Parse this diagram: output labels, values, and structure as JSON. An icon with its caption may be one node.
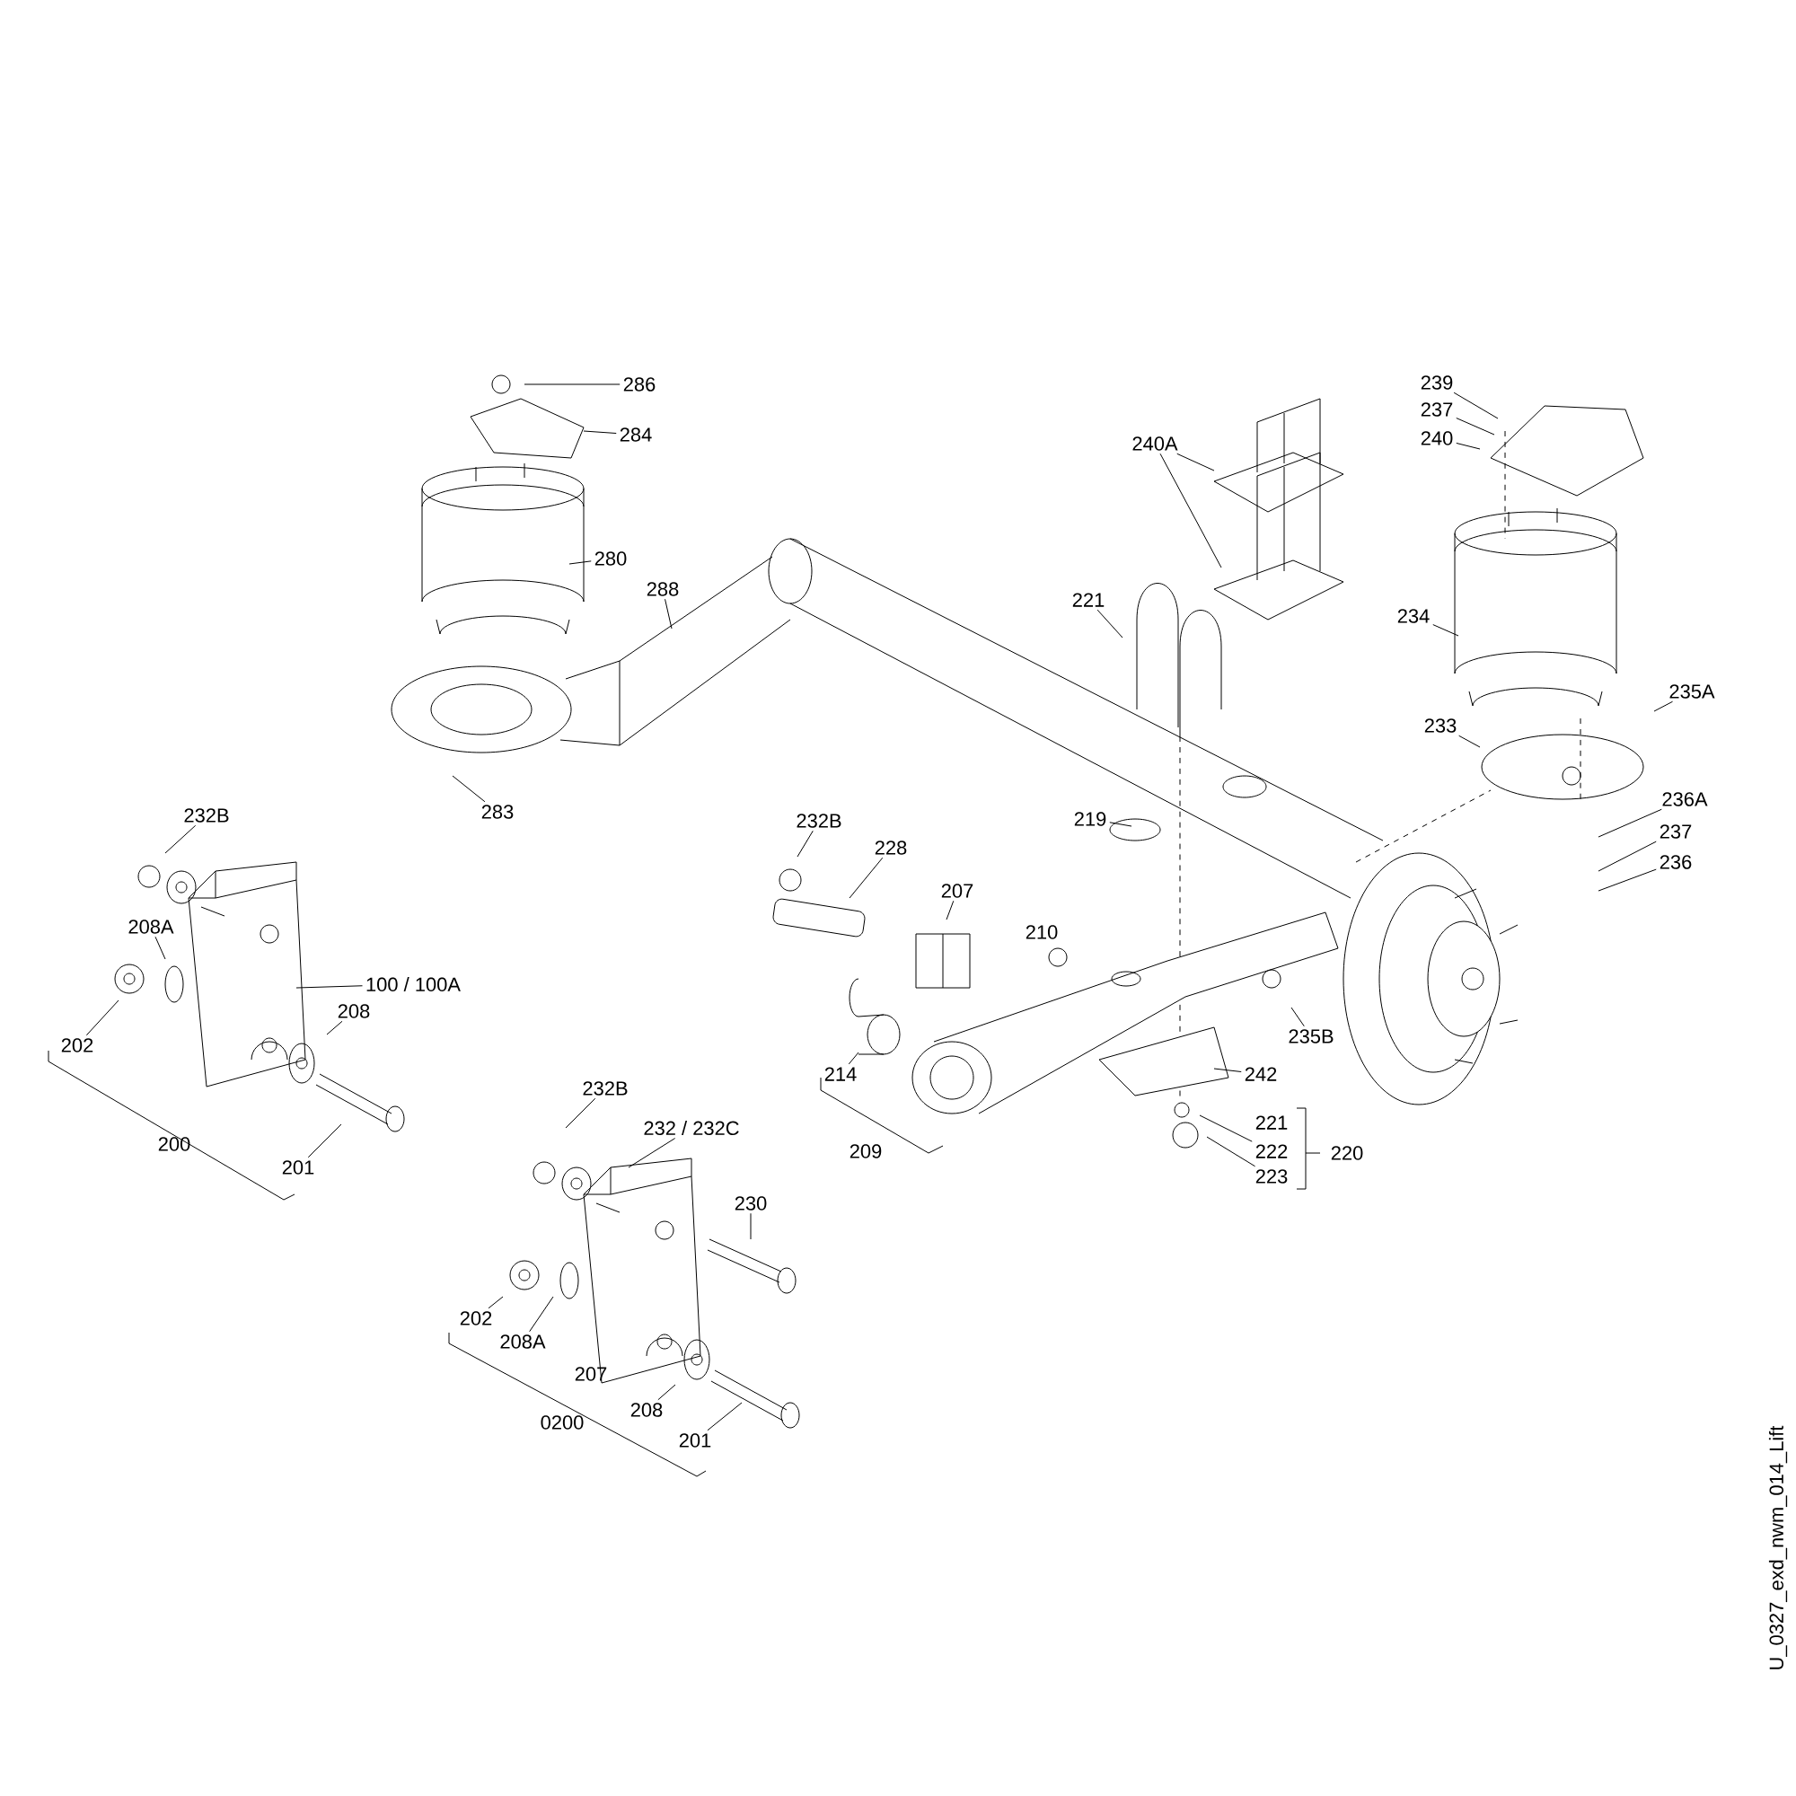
{
  "diagram": {
    "nodes": [
      {
        "text": [
          "286"
        ]
      },
      {
        "text": [
          "239"
        ]
      },
      {
        "text": [
          "237"
        ]
      },
      {
        "text": [
          "284"
        ]
      },
      {
        "text": [
          "240"
        ]
      },
      {
        "text": [
          "240A"
        ]
      },
      {
        "text": [
          "280"
        ]
      },
      {
        "text": [
          "288"
        ]
      },
      {
        "text": [
          "221"
        ]
      },
      {
        "text": [
          "234"
        ]
      },
      {
        "text": [
          "235A"
        ]
      },
      {
        "text": [
          "233"
        ]
      },
      {
        "text": [
          "236A"
        ]
      },
      {
        "text": [
          "283"
        ]
      },
      {
        "text": [
          "232B"
        ]
      },
      {
        "text": [
          "219"
        ]
      },
      {
        "text": [
          "232B"
        ]
      },
      {
        "text": [
          "237"
        ]
      },
      {
        "text": [
          "228"
        ]
      },
      {
        "text": [
          "236"
        ]
      },
      {
        "text": [
          "207"
        ]
      },
      {
        "text": [
          "208A"
        ]
      },
      {
        "text": [
          "100 / 100A"
        ]
      },
      {
        "text": [
          "208"
        ]
      },
      {
        "text": [
          "235B"
        ]
      },
      {
        "text": [
          "202"
        ]
      },
      {
        "text": [
          "214"
        ]
      },
      {
        "text": [
          "242"
        ]
      },
      {
        "text": [
          "232B"
        ]
      },
      {
        "text": [
          "232 / 232C"
        ]
      },
      {
        "text": [
          "222"
        ]
      },
      {
        "text": [
          "201"
        ]
      },
      {
        "text": [
          "223"
        ]
      },
      {
        "text": [
          "230"
        ]
      },
      {
        "text": [
          "202"
        ]
      },
      {
        "text": [
          "208A"
        ]
      },
      {
        "text": [
          "208"
        ]
      },
      {
        "text": [
          "201"
        ]
      }
    ],
    "edges": [
      {
        "from": 0,
        "to": null,
        "arrow": "none"
      },
      {
        "from": 1,
        "to": null,
        "arrow": "none"
      },
      {
        "from": 2,
        "to": null,
        "arrow": "none"
      },
      {
        "from": 3,
        "to": null,
        "arrow": "none"
      },
      {
        "from": 4,
        "to": null,
        "arrow": "none"
      },
      {
        "from": 5,
        "to": null,
        "arrow": "none"
      },
      {
        "from": 5,
        "to": null,
        "arrow": "none"
      },
      {
        "from": 6,
        "to": null,
        "arrow": "none"
      },
      {
        "from": 7,
        "to": null,
        "arrow": "none"
      },
      {
        "from": 8,
        "to": null,
        "arrow": "none"
      },
      {
        "from": 9,
        "to": null,
        "arrow": "none"
      },
      {
        "from": 10,
        "to": null,
        "arrow": "none"
      },
      {
        "from": 11,
        "to": null,
        "arrow": "none"
      },
      {
        "from": 12,
        "to": null,
        "arrow": "none"
      },
      {
        "from": 13,
        "to": null,
        "arrow": "none"
      },
      {
        "from": 14,
        "to": null,
        "arrow": "none"
      },
      {
        "from": 15,
        "to": null,
        "arrow": "none"
      },
      {
        "from": 16,
        "to": null,
        "arrow": "none"
      },
      {
        "from": 17,
        "to": null,
        "arrow": "none"
      },
      {
        "from": 18,
        "to": null,
        "arrow": "none"
      },
      {
        "from": 19,
        "to": null,
        "arrow": "none"
      },
      {
        "from": 20,
        "to": null,
        "arrow": "none"
      },
      {
        "from": 21,
        "to": null,
        "arrow": "none"
      },
      {
        "from": 22,
        "to": null,
        "arrow": "none"
      },
      {
        "from": 23,
        "to": null,
        "arrow": "none"
      },
      {
        "from": 24,
        "to": null,
        "arrow": "none"
      },
      {
        "from": 25,
        "to": null,
        "arrow": "none"
      },
      {
        "from": 26,
        "to": null,
        "arrow": "none"
      },
      {
        "from": 27,
        "to": null,
        "arrow": "none"
      },
      {
        "from": 28,
        "to": null,
        "arrow": "none"
      },
      {
        "from": 29,
        "to": null,
        "arrow": "none"
      },
      {
        "from": 30,
        "to": null,
        "arrow": "none"
      },
      {
        "from": 31,
        "to": null,
        "arrow": "none"
      },
      {
        "from": 32,
        "to": null,
        "arrow": "none"
      },
      {
        "from": 33,
        "to": null,
        "arrow": "none"
      },
      {
        "from": 34,
        "to": null,
        "arrow": "none"
      },
      {
        "from": 35,
        "to": null,
        "arrow": "none"
      },
      {
        "from": 36,
        "to": null,
        "arrow": "none"
      },
      {
        "from": 37,
        "to": null,
        "arrow": "none"
      }
    ],
    "labels": [
      "210",
      "221",
      "200",
      "209",
      "220",
      "207",
      "0200",
      "U_0327_exd_nwm_014_Lift"
    ]
  }
}
